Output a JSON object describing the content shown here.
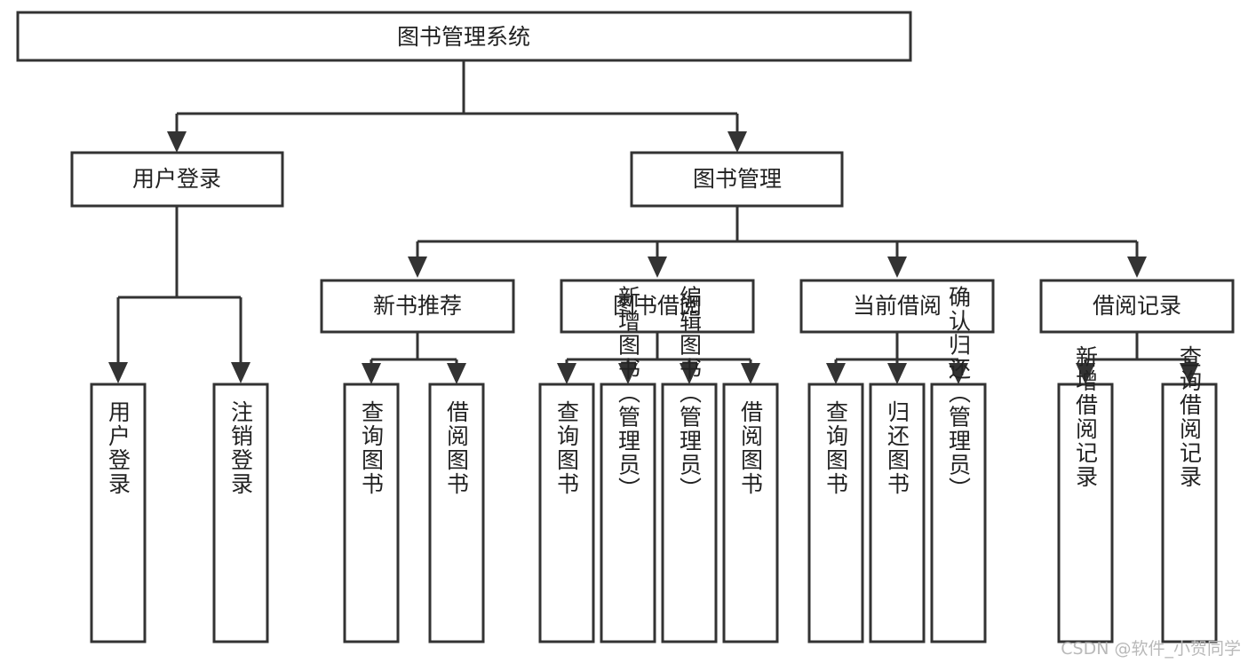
{
  "diagram": {
    "title": "图书管理系统",
    "type": "tree-hierarchy",
    "watermark": "CSDN @软件_小贺同学",
    "colors": {
      "stroke": "#333333",
      "fill": "#ffffff",
      "text": "#222222",
      "watermark": "#b9b9b9"
    },
    "root": {
      "id": "root",
      "label": "图书管理系统"
    },
    "level2": [
      {
        "id": "user-login",
        "label": "用户登录"
      },
      {
        "id": "book-manage",
        "label": "图书管理"
      }
    ],
    "level3": [
      {
        "id": "new-book-recommend",
        "label": "新书推荐",
        "parent": "book-manage"
      },
      {
        "id": "book-borrow",
        "label": "图书借阅",
        "parent": "book-manage"
      },
      {
        "id": "current-borrow",
        "label": "当前借阅",
        "parent": "book-manage"
      },
      {
        "id": "borrow-record",
        "label": "借阅记录",
        "parent": "book-manage"
      }
    ],
    "leaves": {
      "user-login": [
        {
          "id": "leaf-user-login",
          "label": "用户登录"
        },
        {
          "id": "leaf-user-logout",
          "label": "注销登录"
        }
      ],
      "new-book-recommend": [
        {
          "id": "leaf-query-book-1",
          "label": "查询图书"
        },
        {
          "id": "leaf-borrow-book-1",
          "label": "借阅图书"
        }
      ],
      "book-borrow": [
        {
          "id": "leaf-query-book-2",
          "label": "查询图书"
        },
        {
          "id": "leaf-add-book",
          "label": "新增图书（管理员）"
        },
        {
          "id": "leaf-edit-book",
          "label": "编辑图书（管理员）"
        },
        {
          "id": "leaf-borrow-book-2",
          "label": "借阅图书"
        }
      ],
      "current-borrow": [
        {
          "id": "leaf-query-book-3",
          "label": "查询图书"
        },
        {
          "id": "leaf-return-book",
          "label": "归还图书"
        },
        {
          "id": "leaf-confirm-return",
          "label": "确认归还（管理员）"
        }
      ],
      "borrow-record": [
        {
          "id": "leaf-add-record",
          "label": "新增借阅记录"
        },
        {
          "id": "leaf-query-record",
          "label": "查询借阅记录"
        }
      ]
    }
  }
}
